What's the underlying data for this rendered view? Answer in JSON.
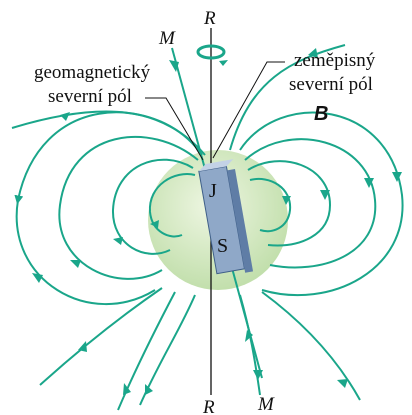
{
  "labels": {
    "rotation_axis_top": "R",
    "rotation_axis_bottom": "R",
    "magnetic_axis_top": "M",
    "magnetic_axis_bottom": "M",
    "geomagnetic_north_line1": "geomagnetický",
    "geomagnetic_north_line2": "severní pól",
    "geographic_north_line1": "zeměpisný",
    "geographic_north_line2": "severní pól",
    "field_symbol": "B",
    "magnet_top_pole": "J",
    "magnet_bottom_pole": "S"
  },
  "colors": {
    "field_lines": "#1aa68a",
    "earth_fill": "#c9e3b4",
    "earth_center": "#eef6e2",
    "magnet_face": "#8fa8c8",
    "magnet_side": "#5f7da6",
    "axis_lines": "#111111"
  },
  "icons": {
    "rotation": "rotation-arrow-icon"
  }
}
